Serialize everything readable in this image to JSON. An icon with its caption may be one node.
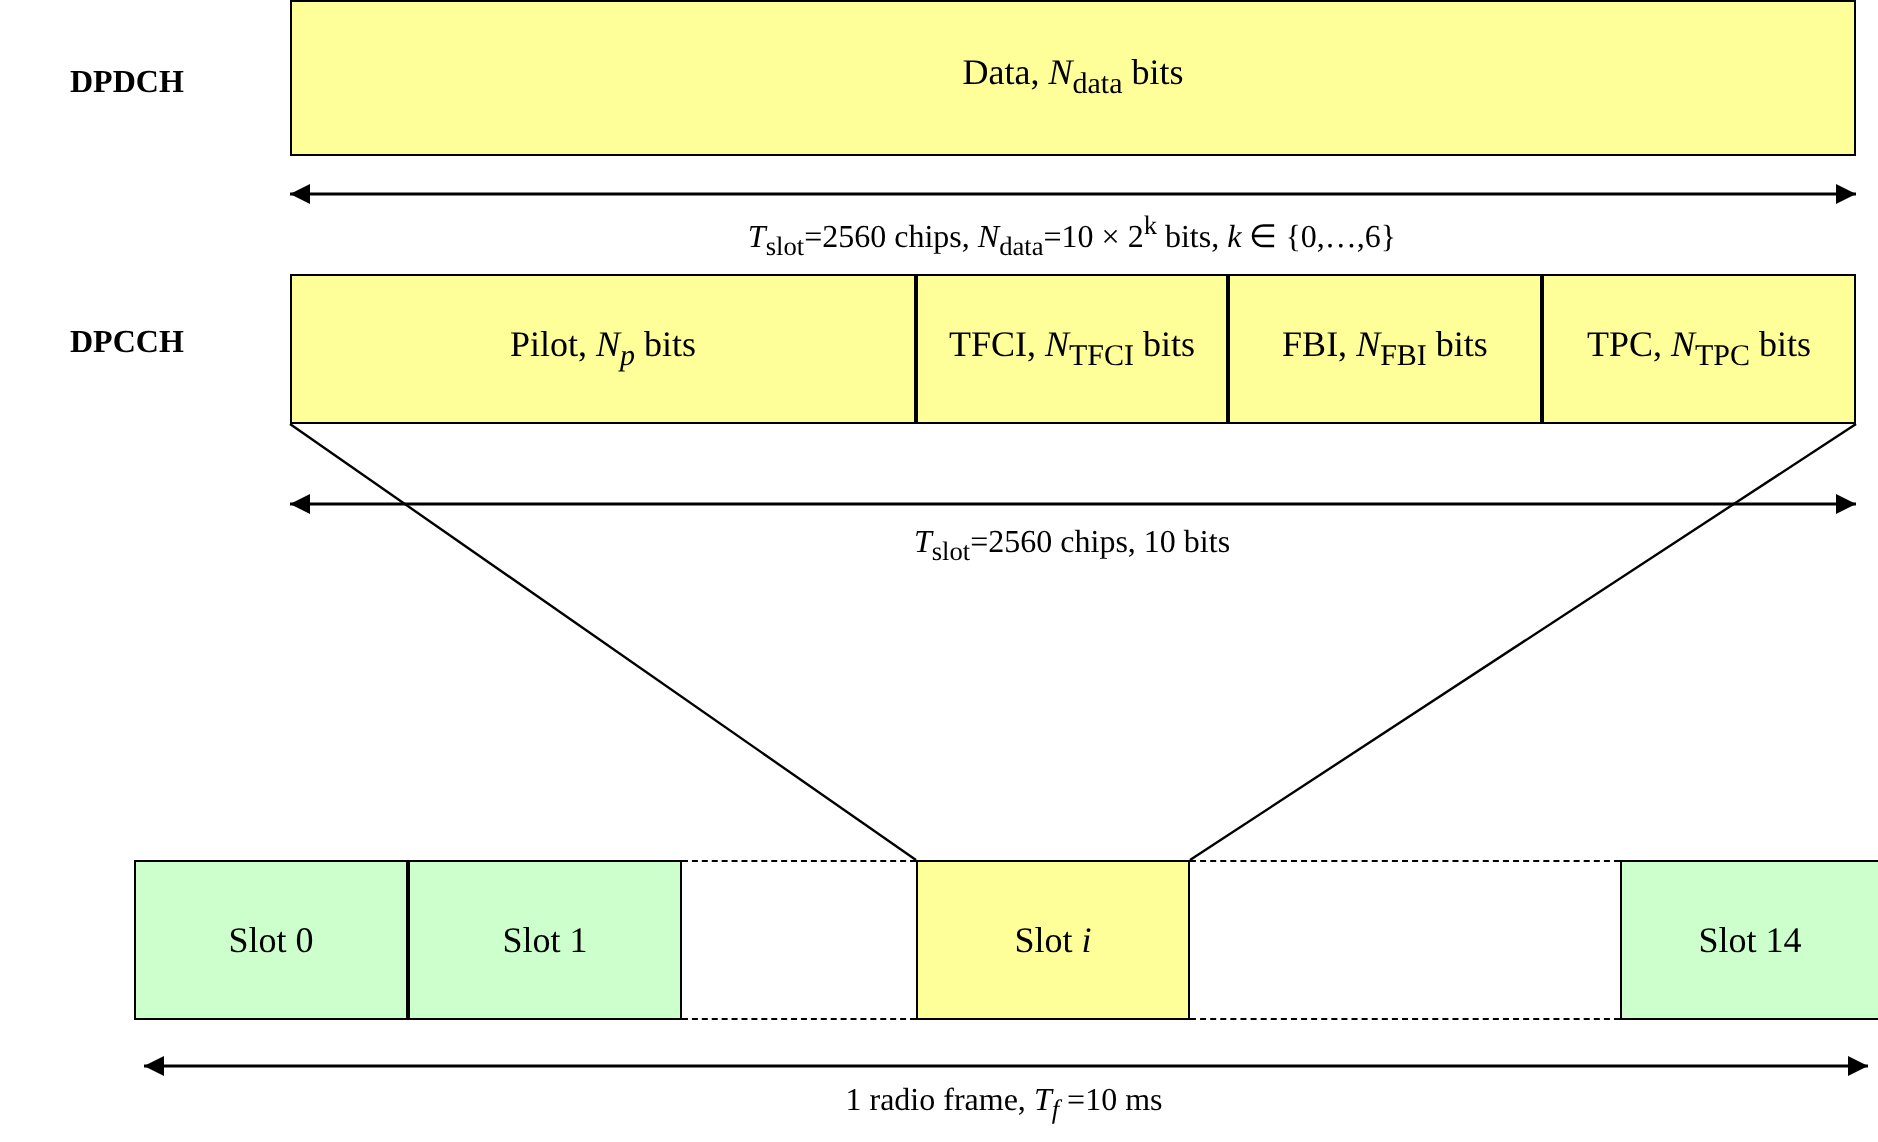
{
  "diagram": {
    "nodes": [
      {
        "text": [
          "Data, *N*$_{data}$ bits"
        ]
      },
      {
        "text": [
          "Pilot, *N$_{p}$* bits"
        ]
      },
      {
        "text": [
          "TFCI, *N*$_{TFCI}$ bits"
        ]
      },
      {
        "text": [
          "FBI, *N*$_{FBI}$ bits"
        ]
      },
      {
        "text": [
          "TPC, *N*$_{TPC}$ bits"
        ]
      },
      {
        "text": [
          "Slot 0"
        ]
      },
      {
        "text": [
          "Slot 1"
        ]
      },
      {
        "text": [],
        "shape": "box"
      },
      {
        "text": [
          "Slot *i*"
        ]
      },
      {
        "text": [],
        "shape": "box"
      },
      {
        "text": [
          "Slot 14"
        ]
      }
    ],
    "edges": [
      {
        "from": 1,
        "to": 8,
        "arrow": "none"
      },
      {
        "from": 4,
        "to": 8,
        "arrow": "none"
      }
    ],
    "labels": [
      "DPDCH",
      "*T*$_{slot}$=2560 chips, *N*$_{data}$=10 × 2$^{k}$ bits, *k* ∈ {0,…,6}",
      "DPCCH",
      "*T*$_{slot}$=2560 chips, 10 bits",
      "1 radio frame, *T$_{f}$* =10 ms"
    ]
  }
}
